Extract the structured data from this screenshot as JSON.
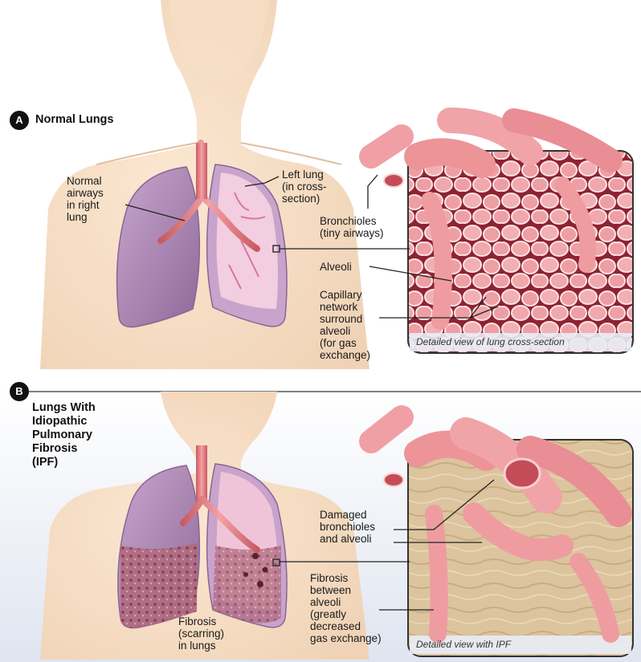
{
  "panel_a": {
    "badge": "A",
    "title": "Normal Lungs",
    "labels": {
      "airways": "Normal\nairways\nin right\nlung",
      "left_lung": "Left lung\n(in cross-\nsection)",
      "bronchioles": "Bronchioles\n(tiny airways)",
      "alveoli": "Alveoli",
      "capillary": "Capillary\nnetwork\nsurround\nalveoli\n(for gas\nexchange)"
    },
    "inset_caption": "Detailed view of lung cross-section"
  },
  "panel_b": {
    "badge": "B",
    "title": "Lungs With\nIdiopathic\nPulmonary\nFibrosis\n(IPF)",
    "labels": {
      "damaged": "Damaged\nbronchioles\nand alveoli",
      "fibrosis_between": "Fibrosis\nbetween\nalveoli\n(greatly\ndecreased\ngas exchange)",
      "fibrosis_scarring": "Fibrosis\n(scarring)\nin lungs"
    },
    "inset_caption": "Detailed view with IPF"
  },
  "colors": {
    "skin": "#f4dcc4",
    "lung_purple": "#b38bb6",
    "lung_cross_section": "#f0c8dc",
    "airway": "#e8848c",
    "tissue": "#e88a8c",
    "fibrosis": "#d8c09a",
    "capillary": "#8e2234",
    "panel_b_background": "#e8ecf4"
  }
}
